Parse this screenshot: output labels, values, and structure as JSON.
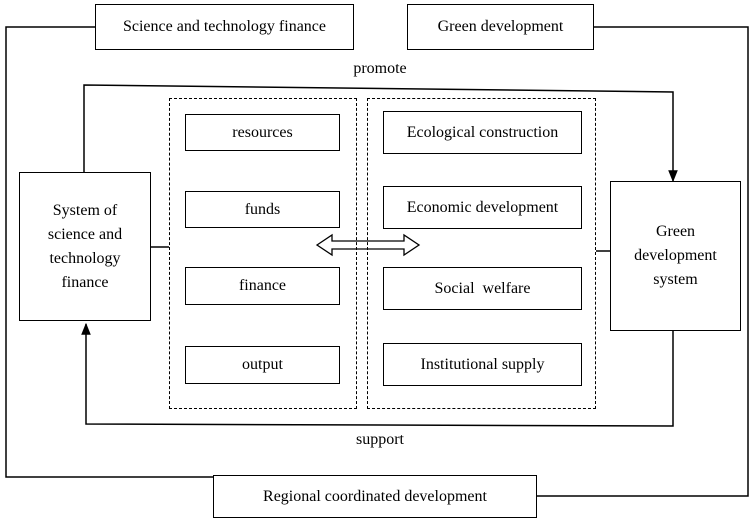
{
  "top": {
    "left_box": "Science and technology finance",
    "right_box": "Green development"
  },
  "flows": {
    "promote": "promote",
    "support": "support"
  },
  "left_system": "System of science and technology finance",
  "right_system": "Green development system",
  "left_group": [
    "resources",
    "funds",
    "finance",
    "output"
  ],
  "right_group": [
    "Ecological construction",
    "Economic development",
    "Social  welfare",
    "Institutional supply"
  ],
  "bottom_box": "Regional coordinated development"
}
